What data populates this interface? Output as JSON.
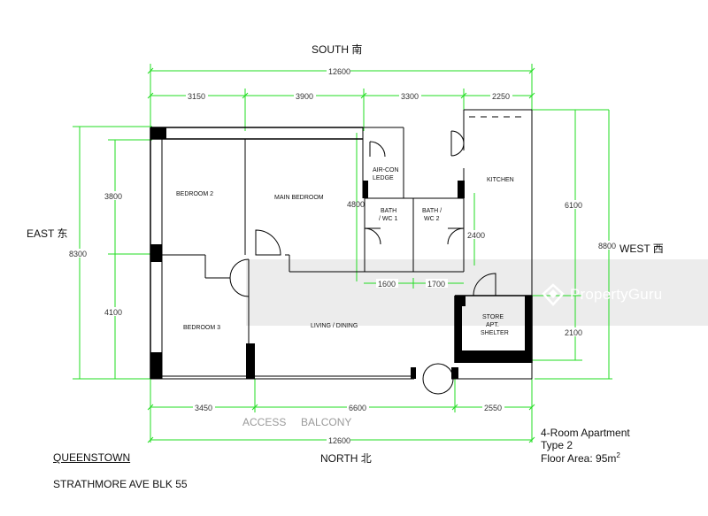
{
  "compass": {
    "south": "SOUTH 南",
    "north": "NORTH 北",
    "east": "EAST 东",
    "west": "WEST 西"
  },
  "rooms": {
    "bedroom2": "BEDROOM 2",
    "main_bedroom": "MAIN BEDROOM",
    "aircon_ledge_1": "AIR-CON",
    "aircon_ledge_2": "LEDGE",
    "bath1_a": "BATH",
    "bath1_b": "/ WC 1",
    "bath2_a": "BATH /",
    "bath2_b": "WC 2",
    "kitchen": "KITCHEN",
    "store_1": "STORE",
    "store_2": "APT.",
    "store_3": "SHELTER",
    "bedroom3": "BEDROOM 3",
    "living": "LIVING / DINING",
    "access_balcony": "ACCESS     BALCONY"
  },
  "dimensions": {
    "top_total": "12600",
    "top_1": "3150",
    "top_2": "3900",
    "top_3": "3300",
    "top_4": "2250",
    "bottom_1": "3450",
    "bottom_2": "6600",
    "bottom_3": "2550",
    "bottom_total": "12600",
    "left_total": "8300",
    "left_upper": "3800",
    "left_lower": "4100",
    "bath_height": "4800",
    "bath_w1": "1600",
    "bath_w2": "1700",
    "bath_side": "2400",
    "right_upper": "6100",
    "right_lower": "2100",
    "right_total": "8800"
  },
  "info": {
    "type_line1": "4-Room Apartment",
    "type_line2": "Type 2",
    "floor_area_label": "Floor Area: 95m",
    "floor_area_sup": "2",
    "estate": "QUEENSTOWN",
    "address": "STRATHMORE AVE BLK 55"
  },
  "watermark": {
    "text": "PropertyGuru",
    "logo_icon": "propertyguru-logo-icon"
  },
  "colors": {
    "dimension_line": "#22dd22",
    "wall": "#000000",
    "watermark_band": "#cfcfcf"
  }
}
